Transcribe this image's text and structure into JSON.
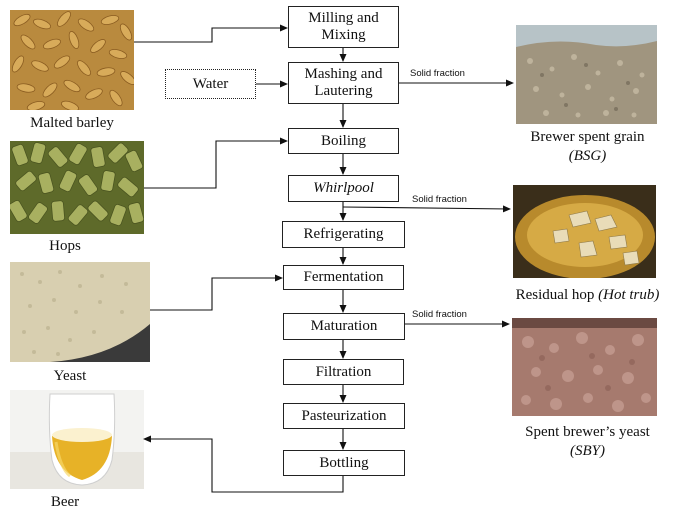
{
  "process_steps": {
    "milling": "Milling and Mixing",
    "mashing": "Mashing and Lautering",
    "boiling": "Boiling",
    "whirlpool": "Whirlpool",
    "refrigerating": "Refrigerating",
    "fermentation": "Fermentation",
    "maturation": "Maturation",
    "filtration": "Filtration",
    "pasteurization": "Pasteurization",
    "bottling": "Bottling"
  },
  "water": "Water",
  "inputs": {
    "malted_barley": "Malted barley",
    "hops": "Hops",
    "yeast": "Yeast",
    "beer": "Beer"
  },
  "solid_fraction_label": "Solid fraction",
  "byproducts": {
    "bsg_name": "Brewer spent grain",
    "bsg_abbr": "(BSG)",
    "hot_trub_name": "Residual hop ",
    "hot_trub_abbr": "(Hot trub)",
    "sby_name": "Spent brewer’s yeast",
    "sby_abbr": "(SBY)"
  }
}
